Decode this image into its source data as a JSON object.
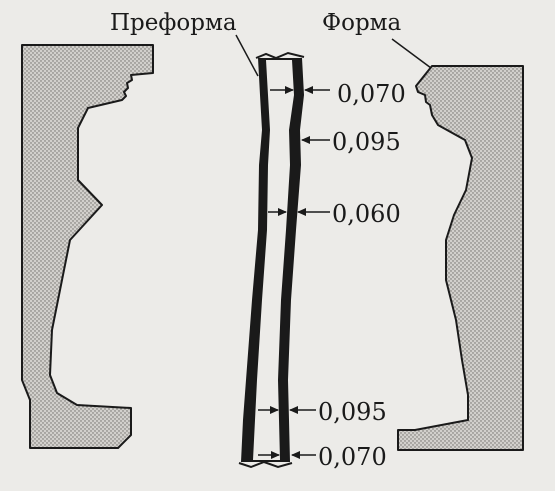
{
  "labels": {
    "preform": "Преформа",
    "mold": "Форма"
  },
  "dimensions": [
    {
      "id": "dim-1",
      "value": "0,070"
    },
    {
      "id": "dim-2",
      "value": "0,095"
    },
    {
      "id": "dim-3",
      "value": "0,060"
    },
    {
      "id": "dim-4",
      "value": "0,095"
    },
    {
      "id": "dim-5",
      "value": "0,070"
    }
  ],
  "colors": {
    "ink": "#1a1a1a",
    "mold_fill": "#c9c7c3",
    "background": "#ecebe8"
  }
}
